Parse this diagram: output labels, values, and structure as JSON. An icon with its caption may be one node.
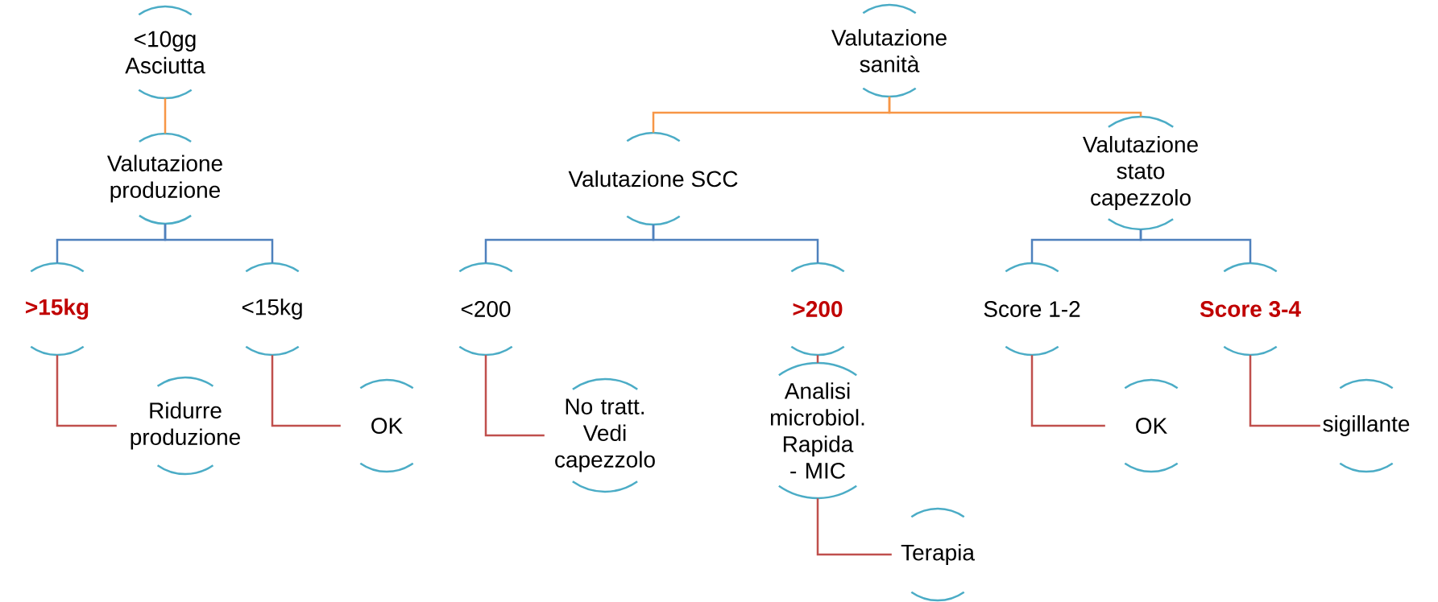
{
  "diagram": {
    "nodes": [
      {
        "text": [
          "<10gg Asciutta"
        ]
      },
      {
        "text": [
          "Valutazione produzione"
        ]
      },
      {
        "text": [
          ">15kg"
        ]
      },
      {
        "text": [
          "<15kg"
        ]
      },
      {
        "text": [
          "Ridurre produzione"
        ]
      },
      {
        "text": [
          "OK"
        ]
      },
      {
        "text": [
          "Valutazione sanità"
        ]
      },
      {
        "text": [
          "Valutazione SCC"
        ]
      },
      {
        "text": [
          "Valutazione stato capezzolo"
        ]
      },
      {
        "text": [
          "<200"
        ]
      },
      {
        "text": [
          ">200"
        ]
      },
      {
        "text": [
          "No tratt. Vedi capezzolo"
        ]
      },
      {
        "text": [
          "Analisi microbiol. Rapida - MIC"
        ]
      },
      {
        "text": [
          "Terapia"
        ]
      },
      {
        "text": [
          "Score 1-2"
        ]
      },
      {
        "text": [
          "Score 3-4"
        ]
      },
      {
        "text": [
          "OK"
        ]
      },
      {
        "text": [
          "sigillante"
        ]
      }
    ],
    "edges": [
      {
        "from": 0,
        "to": 1,
        "arrow": "none",
        "color": "#f79646"
      },
      {
        "from": 1,
        "to": 2,
        "arrow": "none",
        "color": "#4f81bd"
      },
      {
        "from": 1,
        "to": 3,
        "arrow": "none",
        "color": "#4f81bd"
      },
      {
        "from": 2,
        "to": 4,
        "arrow": "none"
      },
      {
        "from": 3,
        "to": 5,
        "arrow": "none"
      },
      {
        "from": 6,
        "to": 7,
        "arrow": "none",
        "color": "#f79646"
      },
      {
        "from": 6,
        "to": 8,
        "arrow": "none",
        "color": "#f79646"
      },
      {
        "from": 7,
        "to": 9,
        "arrow": "none",
        "color": "#4f81bd"
      },
      {
        "from": 7,
        "to": 10,
        "arrow": "none",
        "color": "#4f81bd"
      },
      {
        "from": 9,
        "to": 11,
        "arrow": "none"
      },
      {
        "from": 10,
        "to": 12,
        "arrow": "none"
      },
      {
        "from": 12,
        "to": 13,
        "arrow": "none"
      },
      {
        "from": 8,
        "to": 14,
        "arrow": "none",
        "color": "#4f81bd"
      },
      {
        "from": 8,
        "to": 15,
        "arrow": "none",
        "color": "#4f81bd"
      },
      {
        "from": 14,
        "to": 16,
        "arrow": "none"
      },
      {
        "from": 15,
        "to": 17,
        "arrow": "none"
      }
    ]
  }
}
